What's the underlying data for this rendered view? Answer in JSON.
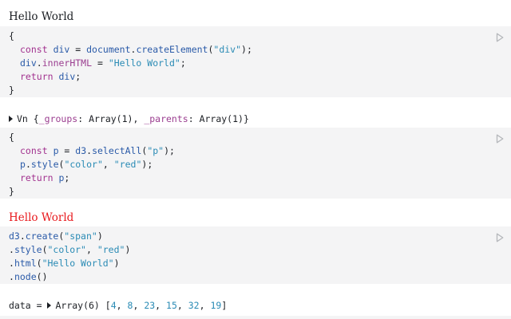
{
  "outputs": {
    "hello1": "Hello World",
    "vn": {
      "name": "Vn",
      "open": "{",
      "groups_key": "_groups",
      "groups_val": "Array(1)",
      "parents_key": "_parents",
      "parents_val": "Array(1)",
      "close": "}"
    },
    "hello2": "Hello World",
    "hello2_color": "#e8191d",
    "data": {
      "lhs": "data = ",
      "type": "Array(6)",
      "values": [
        "4",
        "8",
        "23",
        "15",
        "32",
        "19"
      ]
    }
  },
  "cells": {
    "c1": {
      "l1": "{",
      "l2_kw": "const",
      "l2_var": "div",
      "l2_eq": " = ",
      "l2_obj": "document",
      "l2_fn": "createElement",
      "l2_str": "\"div\"",
      "l3_var": "div",
      "l3_prop": "innerHTML",
      "l3_eq": " = ",
      "l3_str": "\"Hello World\"",
      "l4_kw": "return",
      "l4_var": "div",
      "l5": "}"
    },
    "c2": {
      "l1": "{",
      "l2_kw": "const",
      "l2_var": "p",
      "l2_eq": " = ",
      "l2_obj": "d3",
      "l2_fn": "selectAll",
      "l2_str": "\"p\"",
      "l3_var": "p",
      "l3_fn": "style",
      "l3_str1": "\"color\"",
      "l3_str2": "\"red\"",
      "l4_kw": "return",
      "l4_var": "p",
      "l5": "}"
    },
    "c3": {
      "l1_obj": "d3",
      "l1_fn": "create",
      "l1_str": "\"span\"",
      "l2_fn": "style",
      "l2_str1": "\"color\"",
      "l2_str2": "\"red\"",
      "l3_fn": "html",
      "l3_str": "\"Hello World\"",
      "l4_fn": "node"
    }
  },
  "icons": {
    "run": "play-icon",
    "expand": "caret-right-icon"
  },
  "colors": {
    "cell_bg": "#f4f4f5",
    "keyword": "#a2328f",
    "string": "#2a8bb5",
    "identifier": "#2a5aa8"
  }
}
